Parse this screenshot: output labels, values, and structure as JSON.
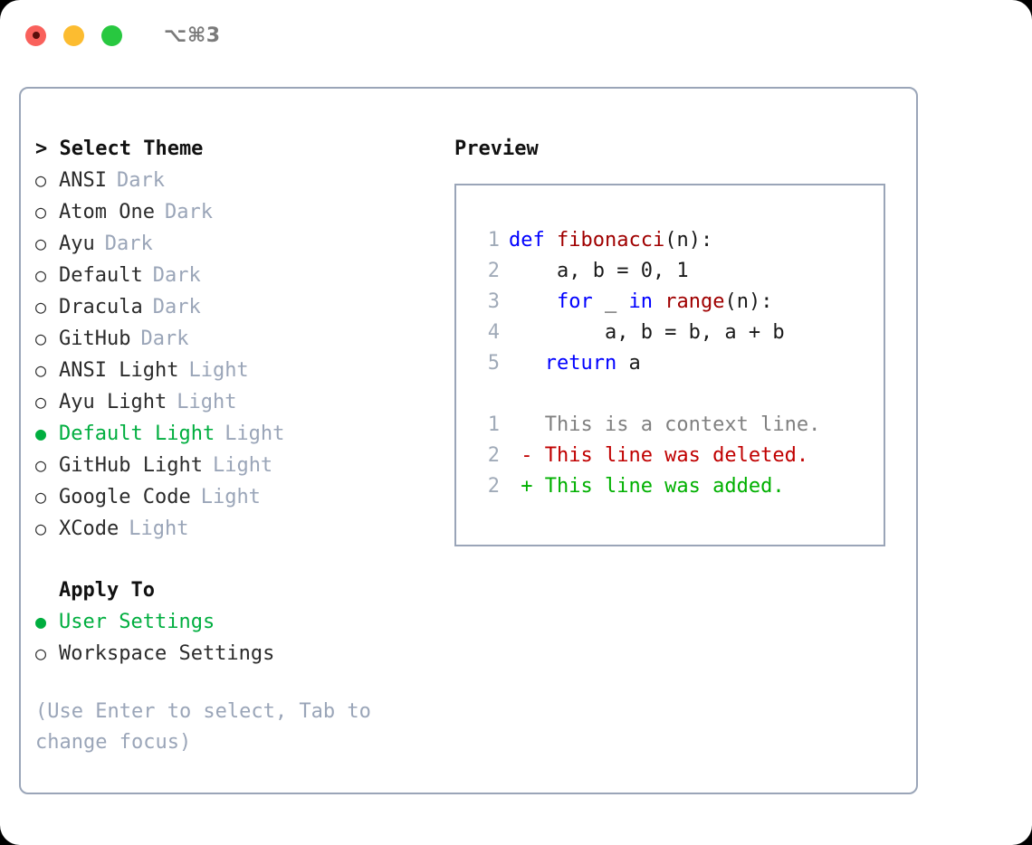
{
  "titlebar": {
    "shortcut": "⌥⌘3",
    "lights": [
      {
        "name": "close",
        "color": "#f9615c"
      },
      {
        "name": "minimize",
        "color": "#fcbc30"
      },
      {
        "name": "maximize",
        "color": "#28c840"
      }
    ]
  },
  "theme_picker": {
    "heading": "> Select Theme",
    "bullet_on": "●",
    "bullet_off": "○",
    "selected_color": "#00ae3f",
    "tag_color": "#9aa5b8",
    "items": [
      {
        "label": "ANSI",
        "tag": "Dark",
        "selected": false
      },
      {
        "label": "Atom One",
        "tag": "Dark",
        "selected": false
      },
      {
        "label": "Ayu",
        "tag": "Dark",
        "selected": false
      },
      {
        "label": "Default",
        "tag": "Dark",
        "selected": false
      },
      {
        "label": "Dracula",
        "tag": "Dark",
        "selected": false
      },
      {
        "label": "GitHub",
        "tag": "Dark",
        "selected": false
      },
      {
        "label": "ANSI Light",
        "tag": "Light",
        "selected": false
      },
      {
        "label": "Ayu Light",
        "tag": "Light",
        "selected": false
      },
      {
        "label": "Default Light",
        "tag": "Light",
        "selected": true
      },
      {
        "label": "GitHub Light",
        "tag": "Light",
        "selected": false
      },
      {
        "label": "Google Code",
        "tag": "Light",
        "selected": false
      },
      {
        "label": "XCode",
        "tag": "Light",
        "selected": false
      }
    ]
  },
  "apply_to": {
    "heading": "Apply To",
    "items": [
      {
        "label": "User Settings",
        "selected": true
      },
      {
        "label": "Workspace Settings",
        "selected": false
      }
    ]
  },
  "hint": "(Use Enter to select, Tab to change focus)",
  "preview": {
    "heading": "Preview",
    "code_lines": [
      {
        "no": "1",
        "tokens": [
          {
            "t": "def ",
            "k": "kw"
          },
          {
            "t": "fibonacci",
            "k": "fn"
          },
          {
            "t": "(n):",
            "k": "plain"
          }
        ]
      },
      {
        "no": "2",
        "tokens": [
          {
            "t": "    a, b = 0, 1",
            "k": "plain"
          }
        ]
      },
      {
        "no": "3",
        "tokens": [
          {
            "t": "    ",
            "k": "plain"
          },
          {
            "t": "for",
            "k": "kw"
          },
          {
            "t": " _ ",
            "k": "plain"
          },
          {
            "t": "in",
            "k": "kw"
          },
          {
            "t": " ",
            "k": "plain"
          },
          {
            "t": "range",
            "k": "fn"
          },
          {
            "t": "(n):",
            "k": "plain"
          }
        ]
      },
      {
        "no": "4",
        "tokens": [
          {
            "t": "        a, b = b, a + b",
            "k": "plain"
          }
        ]
      },
      {
        "no": "5",
        "tokens": [
          {
            "t": "   ",
            "k": "plain"
          },
          {
            "t": "return",
            "k": "kw"
          },
          {
            "t": " a",
            "k": "plain"
          }
        ]
      }
    ],
    "diff_lines": [
      {
        "no": "1",
        "tokens": [
          {
            "t": "   This is a context line.",
            "k": "ctx"
          }
        ]
      },
      {
        "no": "2",
        "tokens": [
          {
            "t": " - This line was deleted.",
            "k": "del"
          }
        ]
      },
      {
        "no": "2",
        "tokens": [
          {
            "t": " + This line was added.",
            "k": "add"
          }
        ]
      }
    ]
  }
}
